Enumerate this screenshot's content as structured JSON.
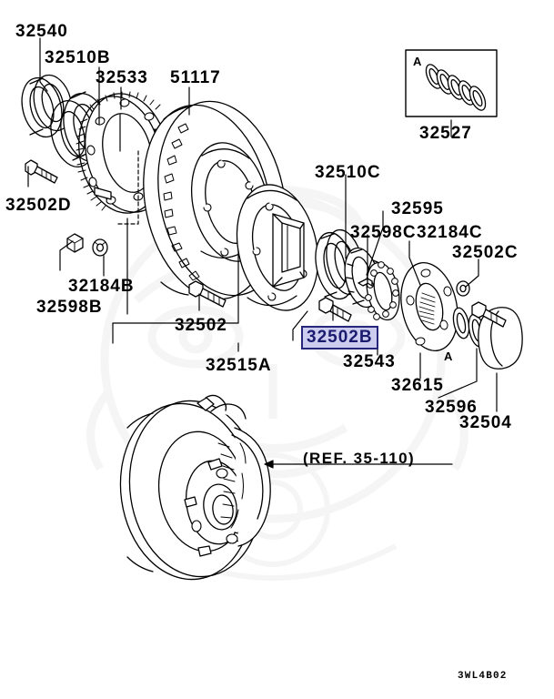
{
  "document": {
    "type": "parts-diagram",
    "sheet_code": "3WL4B02",
    "background_color": "#ffffff",
    "line_color": "#000000",
    "highlight_fill": "#ccccee",
    "highlight_border": "#26267a",
    "highlight_text": "#1a1a6e"
  },
  "callouts": {
    "c32540": "32540",
    "c32510B": "32510B",
    "c32533": "32533",
    "c51117": "51117",
    "c32502D": "32502D",
    "c32598B": "32598B",
    "c32184B": "32184B",
    "c32502": "32502",
    "c32515A": "32515A",
    "c32510C": "32510C",
    "c32595": "32595",
    "c32598C": "32598C",
    "c32184C": "32184C",
    "c32502C": "32502C",
    "c32502B": "32502B",
    "c32543": "32543",
    "c32615": "32615",
    "c32596": "32596",
    "c32504": "32504",
    "c32527": "32527"
  },
  "detail_box": {
    "marker": "A",
    "part_number": "32527",
    "shim_count": 5
  },
  "markers": {
    "a_lower": "A"
  },
  "reference": {
    "text": "(REF. 35-110)"
  },
  "highlighted_part": {
    "number": "32502B",
    "selected": true
  }
}
